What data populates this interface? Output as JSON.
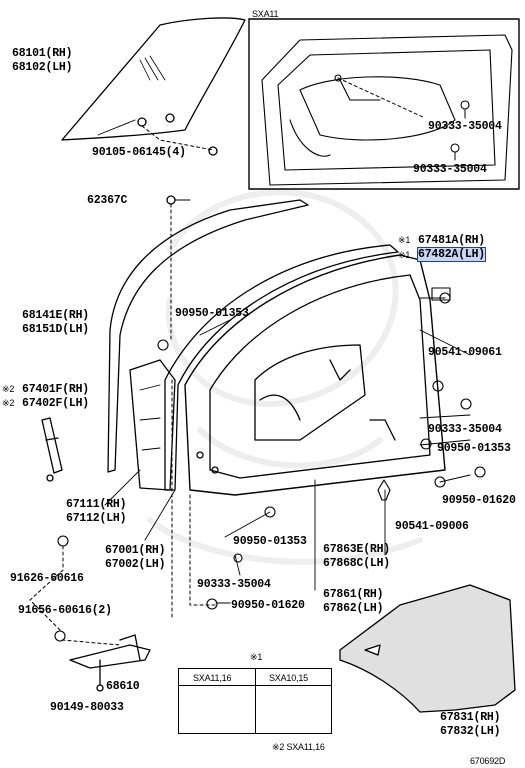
{
  "inset": {
    "title": "SXA11"
  },
  "parts": {
    "p68101": "68101(RH)",
    "p68102": "68102(LH)",
    "p90105": "90105-06145(4)",
    "p90333_a": "90333-35004",
    "p90333_b": "90333-35004",
    "p62367": "62367C",
    "p67481_mark": "※1",
    "p67481": "67481A(RH)",
    "p67482_mark": "※1",
    "p67482": "67482A(LH)",
    "p90950_a": "90950-01353",
    "p68141": "68141E(RH)",
    "p68151": "68151D(LH)",
    "p90541_a": "90541-09061",
    "p67401_mark": "※2",
    "p67401": "67401F(RH)",
    "p67402_mark": "※2",
    "p67402": "67402F(LH)",
    "p90333_c": "90333-35004",
    "p90950_b": "90950-01353",
    "p67111": "67111(RH)",
    "p67112": "67112(LH)",
    "p90950_c": "90950-01620",
    "p90541_b": "90541-09006",
    "p67001": "67001(RH)",
    "p67002": "67002(LH)",
    "p90950_d": "90950-01353",
    "p67863": "67863E(RH)",
    "p67868": "67868C(LH)",
    "p91626": "91626-60616",
    "p90333_d": "90333-35004",
    "p67861": "67861(RH)",
    "p67862": "67862(LH)",
    "p90950_e": "90950-01620",
    "p91656": "91656-60616(2)",
    "p68610": "68610",
    "p90149": "90149-80033",
    "p67831": "67831(RH)",
    "p67832": "67832(LH)"
  },
  "legend": {
    "mark": "※1",
    "col1": "SXA11,16",
    "col2": "SXA10,15",
    "note": "※2 SXA11,16"
  },
  "code": "67069​2D",
  "colors": {
    "highlight_fill": "#c8d6f2",
    "highlight_border": "#1e3fa8"
  }
}
